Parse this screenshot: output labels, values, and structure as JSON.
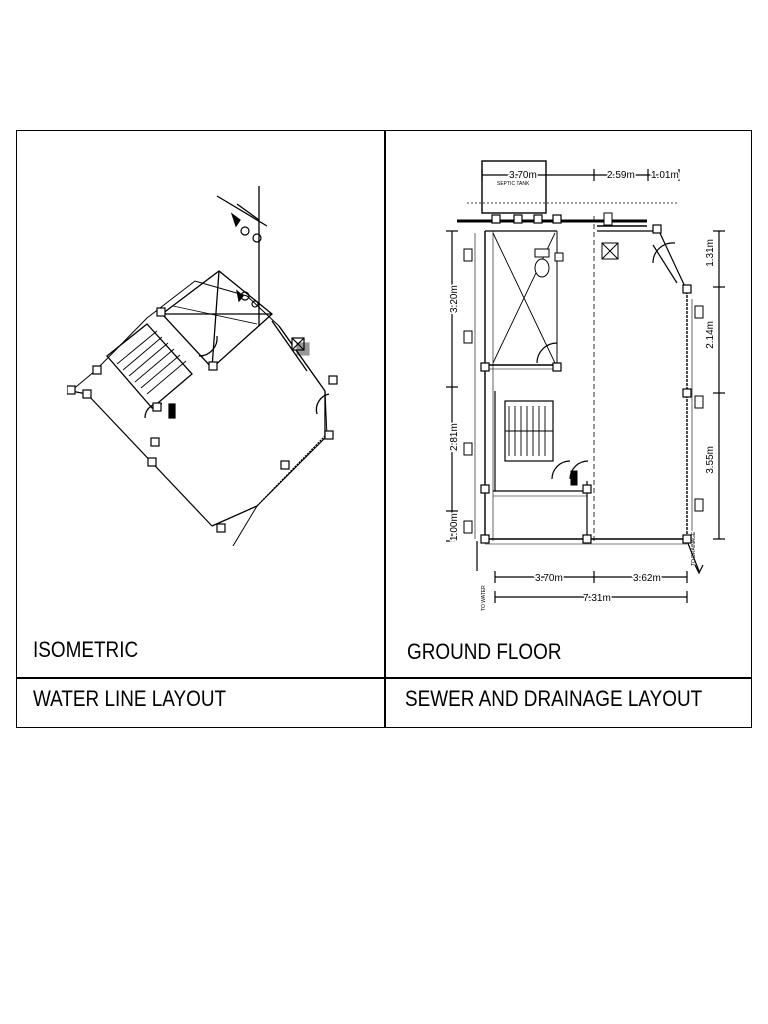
{
  "panels": {
    "left_caption": "ISOMETRIC",
    "right_caption": "GROUND FLOOR",
    "left_title": "WATER LINE LAYOUT",
    "right_title": "SEWER AND DRAINAGE LAYOUT"
  },
  "plan_labels": {
    "septic_tank": "SEPTIC TANK",
    "dim_top_1": "3.70m",
    "dim_top_2": "2.59m",
    "dim_top_3": "1.01m",
    "dim_left_1": "3.20m",
    "dim_left_2": "2.81m",
    "dim_left_3": "1.00m",
    "dim_right_1": "1.31m",
    "dim_right_2": "2.14m",
    "dim_right_3": "3.55m",
    "dim_bottom_1": "3.70m",
    "dim_bottom_2": "3.62m",
    "dim_bottom_total": "7.31m",
    "to_water": "TO WATER",
    "to_drainage": "TO DRAINAGE"
  }
}
